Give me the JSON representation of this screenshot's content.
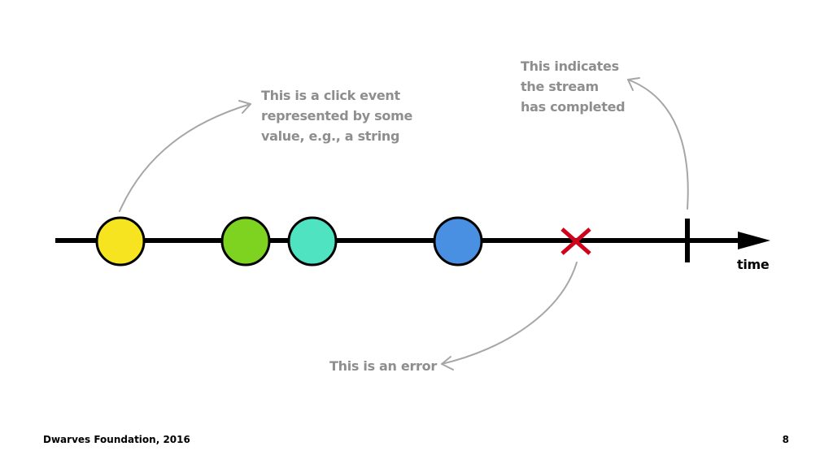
{
  "annotations": {
    "click_event": {
      "lines": [
        "This is a click event",
        "represented by some",
        "value, e.g., a string"
      ]
    },
    "completed": {
      "lines": [
        "This indicates",
        "the stream",
        "has completed"
      ]
    },
    "error": {
      "lines": [
        "This is an error"
      ]
    }
  },
  "axis": {
    "label": "time"
  },
  "events": [
    {
      "kind": "value",
      "color": "#f7e420"
    },
    {
      "kind": "value",
      "color": "#7ed321"
    },
    {
      "kind": "value",
      "color": "#50e3c2"
    },
    {
      "kind": "value",
      "color": "#4a90e2"
    },
    {
      "kind": "error",
      "color": "#d0021b"
    },
    {
      "kind": "complete",
      "color": "#000000"
    }
  ],
  "colors": {
    "annotation_text": "#8e8e8e",
    "arrow": "#a6a6a6",
    "timeline": "#000000"
  },
  "footer": {
    "credit": "Dwarves Foundation, 2016",
    "page": "8"
  }
}
